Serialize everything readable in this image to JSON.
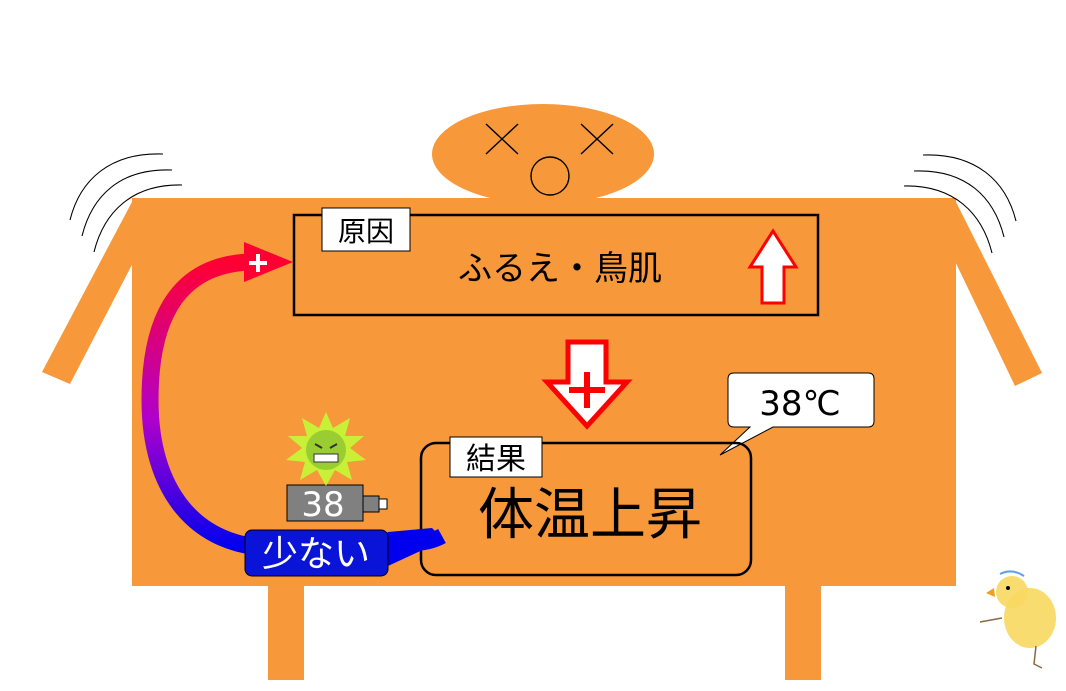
{
  "cause": {
    "tag": "原因",
    "text": "ふるえ・鳥肌"
  },
  "result": {
    "tag": "結果",
    "text": "体温上昇"
  },
  "speech_bubble": {
    "text": "38℃"
  },
  "thermometer": {
    "value": "38"
  },
  "loop_label": "少ない",
  "plus_marks": [
    "+",
    "+"
  ],
  "icons": [
    "shiver-lines-icon",
    "virus-icon",
    "thermometer-icon",
    "chick-icon",
    "up-arrow-icon",
    "down-arrow-icon"
  ],
  "colors": {
    "body": "#F7983A",
    "arrow_red": "#FF0000",
    "loop_start": "#FF0033",
    "loop_end": "#0000EE",
    "label_blue": "#0A14D9",
    "virus": "#C8F036"
  }
}
